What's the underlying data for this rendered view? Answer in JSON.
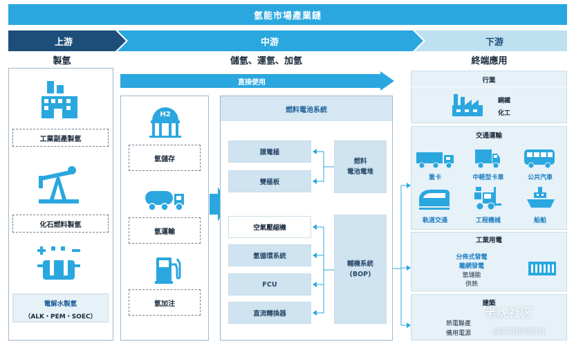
{
  "title": "氫能市場產業鏈",
  "stages": {
    "upstream": "上游",
    "midstream": "中游",
    "downstream": "下游"
  },
  "headings": {
    "production": "製氫",
    "storage": "儲氫、運氫、加氫",
    "end_use": "終端應用"
  },
  "upstream_items": [
    {
      "label": "工業副產製氫",
      "icon": "factory-icon"
    },
    {
      "label": "化石燃料製氫",
      "icon": "oil-pump-icon"
    },
    {
      "label": "電解水製氫",
      "sub": "（ALK・PEM・SOEC）",
      "icon": "electrolyzer-icon"
    }
  ],
  "direct_use": "直接使用",
  "mid_items": [
    {
      "label": "氫儲存",
      "icon": "storage-tank-icon"
    },
    {
      "label": "氫運輸",
      "icon": "tanker-truck-icon"
    },
    {
      "label": "氫加注",
      "icon": "fuel-pump-icon"
    }
  ],
  "fuel_cell": {
    "title": "燃料電池系統",
    "stack_parts": [
      "膜電極",
      "雙極板"
    ],
    "stack": "燃料\n電池電堆",
    "bop_parts": [
      "空氣壓縮機",
      "氫循環系統",
      "FCU",
      "直流轉換器"
    ],
    "bop": "輔機系統\n(BOP)"
  },
  "downstream": {
    "industry": {
      "title": "行業",
      "items": [
        "鋼鐵",
        "化工"
      ]
    },
    "transport": {
      "title": "交通運輸",
      "items": [
        {
          "label": "重卡",
          "icon": "heavy-truck-icon"
        },
        {
          "label": "中輕型卡車",
          "icon": "light-truck-icon"
        },
        {
          "label": "公共汽車",
          "icon": "bus-icon"
        },
        {
          "label": "軌道交通",
          "icon": "train-icon"
        },
        {
          "label": "工程機械",
          "icon": "forklift-icon"
        },
        {
          "label": "船舶",
          "icon": "ship-icon"
        }
      ]
    },
    "power": {
      "title": "工業用電",
      "items": [
        "分佈式發電",
        "離網發電",
        "氫儲能",
        "供熱"
      ]
    },
    "building": {
      "title": "建築",
      "items": [
        "熱電聯產",
        "備用電源"
      ]
    }
  },
  "watermark": {
    "line1": "老虎社区",
    "line2": "@美港股观察社"
  },
  "colors": {
    "primary": "#2aa7df",
    "dark": "#1d4e79",
    "light": "#e6f1f8"
  }
}
